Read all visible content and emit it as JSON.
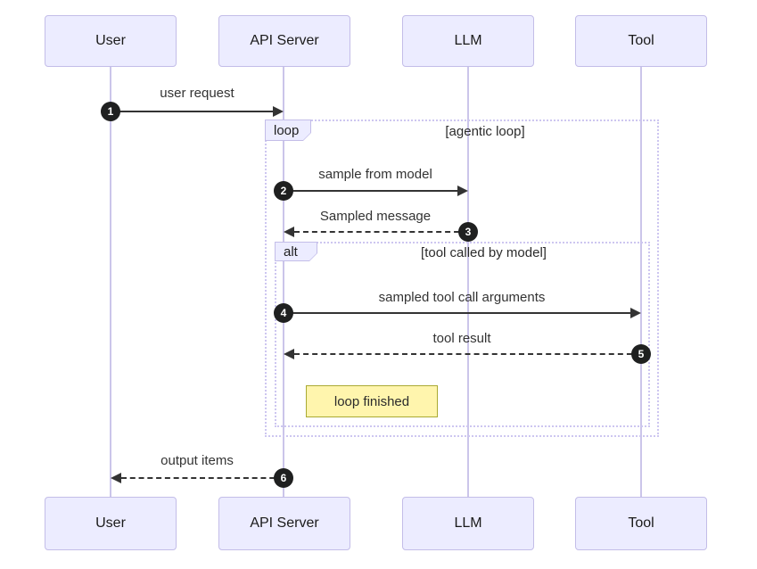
{
  "diagram_type": "sequence-diagram",
  "actors": [
    {
      "name": "User"
    },
    {
      "name": "API Server"
    },
    {
      "name": "LLM"
    },
    {
      "name": "Tool"
    }
  ],
  "frames": {
    "loop": {
      "label": "loop",
      "condition": "[agentic loop]"
    },
    "alt": {
      "label": "alt",
      "condition": "[tool called by model]"
    }
  },
  "messages": [
    {
      "seq": "1",
      "label": "user request",
      "from": "User",
      "to": "API Server",
      "line": "solid"
    },
    {
      "seq": "2",
      "label": "sample from model",
      "from": "API Server",
      "to": "LLM",
      "line": "solid"
    },
    {
      "seq": "3",
      "label": "Sampled message",
      "from": "LLM",
      "to": "API Server",
      "line": "dashed"
    },
    {
      "seq": "4",
      "label": "sampled tool call arguments",
      "from": "API Server",
      "to": "Tool",
      "line": "solid"
    },
    {
      "seq": "5",
      "label": "tool result",
      "from": "Tool",
      "to": "API Server",
      "line": "dashed"
    },
    {
      "seq": "6",
      "label": "output items",
      "from": "API Server",
      "to": "User",
      "line": "dashed"
    }
  ],
  "note": {
    "text": "loop finished"
  },
  "colors": {
    "actor_fill": "#ececff",
    "actor_border": "#c3bde8",
    "lifeline": "#cbc5ea",
    "frame_border": "#cdc6f0",
    "arrow": "#333333",
    "sequence_number_fill": "#1f2020",
    "sequence_number_text": "#ffffff",
    "note_fill": "#fff5ad",
    "note_border": "#aaaa33",
    "background": "#ffffff"
  }
}
